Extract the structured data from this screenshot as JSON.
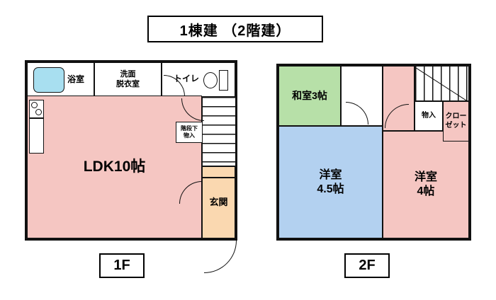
{
  "title": "1棟建 （2階建）",
  "floor1": {
    "label": "1F",
    "ldk": "LDK10帖",
    "bath": "浴室",
    "washroom": "洗面\n脱衣室",
    "toilet": "トイレ",
    "entrance": "玄関",
    "under_stairs": "階段下\n物入"
  },
  "floor2": {
    "label": "2F",
    "washitsu": "和室3帖",
    "yoshitsu45": "洋室\n4.5帖",
    "yoshitsu4": "洋室\n4帖",
    "storage": "物入",
    "closet": "クロー\nゼット"
  },
  "colors": {
    "ldk_pink": "#f5c6c2",
    "bath_blue": "#a8dff0",
    "washitsu_green": "#b7e0a8",
    "western_blue": "#b3d1f0",
    "entrance_peach": "#fad8b0",
    "wall": "#111111",
    "background": "#ffffff"
  }
}
